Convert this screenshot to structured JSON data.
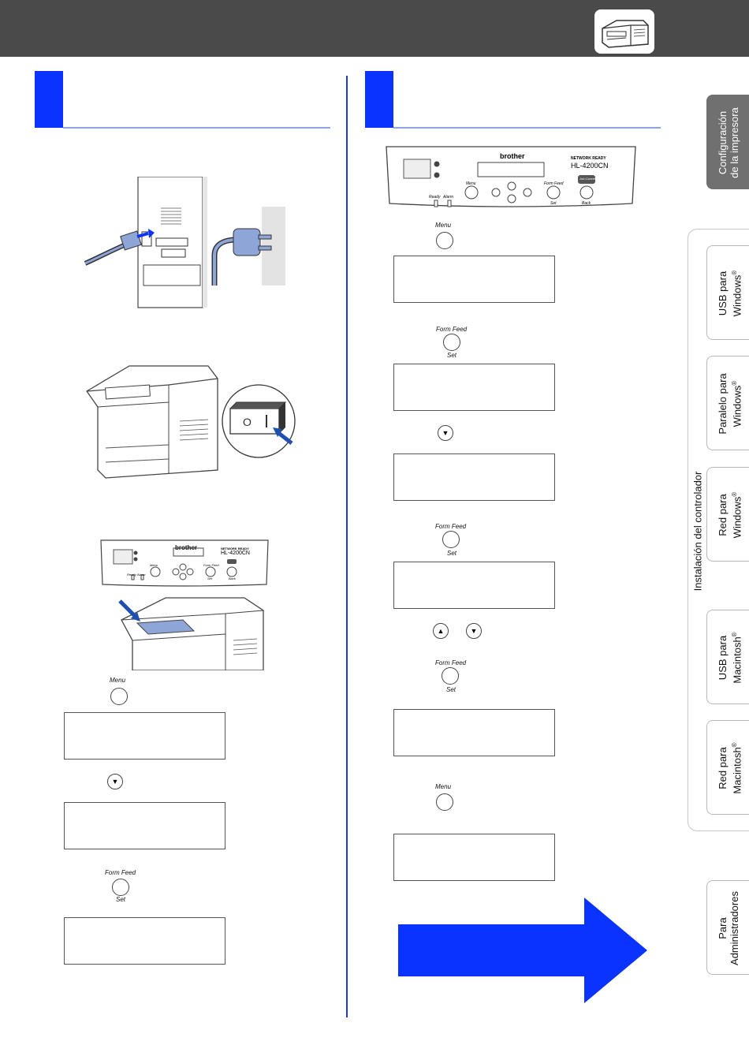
{
  "header": {
    "icon": "printer-icon"
  },
  "left_panel": {
    "buttons": {
      "menu_label": "Menu",
      "formfeed_label": "Form Feed",
      "set_label": "Set"
    },
    "control_panel": {
      "brand": "brother",
      "network_ready": "NETWORK READY",
      "model": "HL-4200CN",
      "ready": "Ready",
      "alarm": "Alarm",
      "menu": "Menu",
      "form_feed": "Form Feed",
      "set": "Set",
      "back": "Back"
    }
  },
  "right_panel": {
    "control_panel": {
      "brand": "brother",
      "network_ready": "NETWORK READY",
      "model": "HL-4200CN",
      "ready": "Ready",
      "alarm": "Alarm",
      "menu": "Menu",
      "form_feed": "Form Feed",
      "set": "Set",
      "job_cancel": "Job Cancel",
      "back": "Back"
    },
    "buttons": {
      "menu_label": "Menu",
      "formfeed_label": "Form Feed",
      "set_label": "Set"
    }
  },
  "sidebar": {
    "active_tab": {
      "line1": "Configuración",
      "line2": "de la impresora"
    },
    "group_caption": "Instalación del controlador",
    "tabs": [
      {
        "line1": "USB para",
        "line2": "Windows",
        "reg": "®"
      },
      {
        "line1": "Paralelo para",
        "line2": "Windows",
        "reg": "®"
      },
      {
        "line1": "Red para",
        "line2": "Windows",
        "reg": "®"
      },
      {
        "line1": "USB para",
        "line2": "Macintosh",
        "reg": "®"
      },
      {
        "line1": "Red para",
        "line2": "Macintosh",
        "reg": "®"
      }
    ],
    "admin_tab": {
      "line1": "Para",
      "line2": "Administradores"
    }
  },
  "colors": {
    "accent_blue": "#0b33ff",
    "header_gray": "#4a4a4a",
    "active_tab_gray": "#707070"
  }
}
